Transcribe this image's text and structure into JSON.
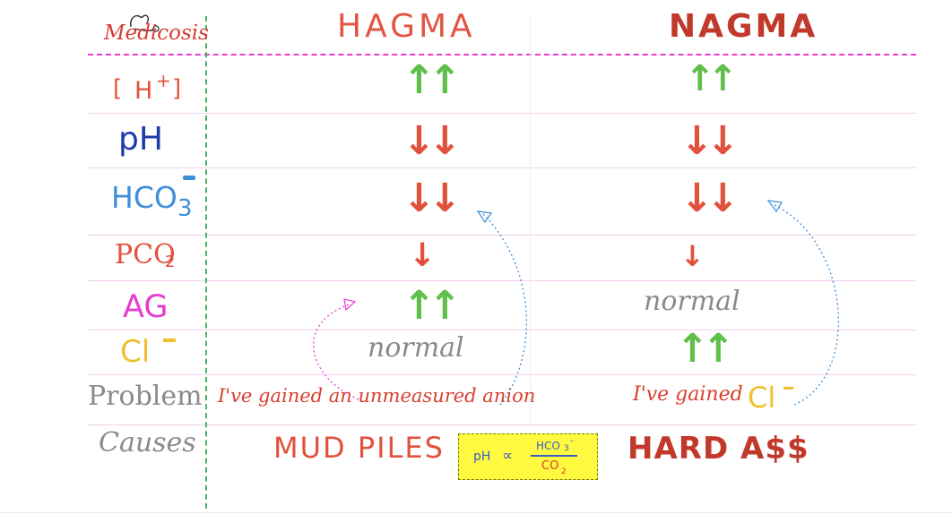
{
  "brand": {
    "name": "Medicosis"
  },
  "headers": {
    "hagma": "HAGMA",
    "nagma": "NAGMA"
  },
  "rows": {
    "h": {
      "label_main": "H",
      "label_sup": "+",
      "label_left": "[",
      "label_right": "]",
      "hagma": "↑↑",
      "nagma": "↑↑"
    },
    "ph": {
      "label": "pH",
      "hagma": "↓↓",
      "nagma": "↓↓"
    },
    "hco3": {
      "label_main": "HCO",
      "label_sub": "3",
      "hagma": "↓↓",
      "nagma": "↓↓"
    },
    "pco2": {
      "label_main": "PCO",
      "label_sub": "2",
      "hagma": "↓",
      "nagma": "↓"
    },
    "ag": {
      "label": "AG",
      "hagma": "↑↑",
      "nagma": "normal"
    },
    "cl": {
      "label": "Cl",
      "hagma": "normal",
      "nagma": "↑↑"
    },
    "problem": {
      "label": "Problem",
      "hagma": "I've gained an unmeasured anion",
      "nagma_prefix": "I've gained",
      "nagma_ion": "Cl"
    },
    "causes": {
      "label": "Causes",
      "hagma": "MUD PILES",
      "nagma": "HARD A$$"
    }
  },
  "formula": {
    "lhs": "pH",
    "relation": "∝",
    "numerator": "HCO",
    "numerator_sub": "3",
    "numerator_sup": "-",
    "denominator": "CO",
    "denominator_sub": "2"
  },
  "colors": {
    "red": "#e2513c",
    "dark_red": "#c0392b",
    "green": "#5fbf4a",
    "blue": "#1e3aa8",
    "light_blue": "#3f8fd8",
    "magenta": "#e83bd0",
    "yellow": "#f0c030",
    "gray": "#8a8a8a",
    "header_red": "#e35443",
    "highlight": "#fffa40"
  }
}
